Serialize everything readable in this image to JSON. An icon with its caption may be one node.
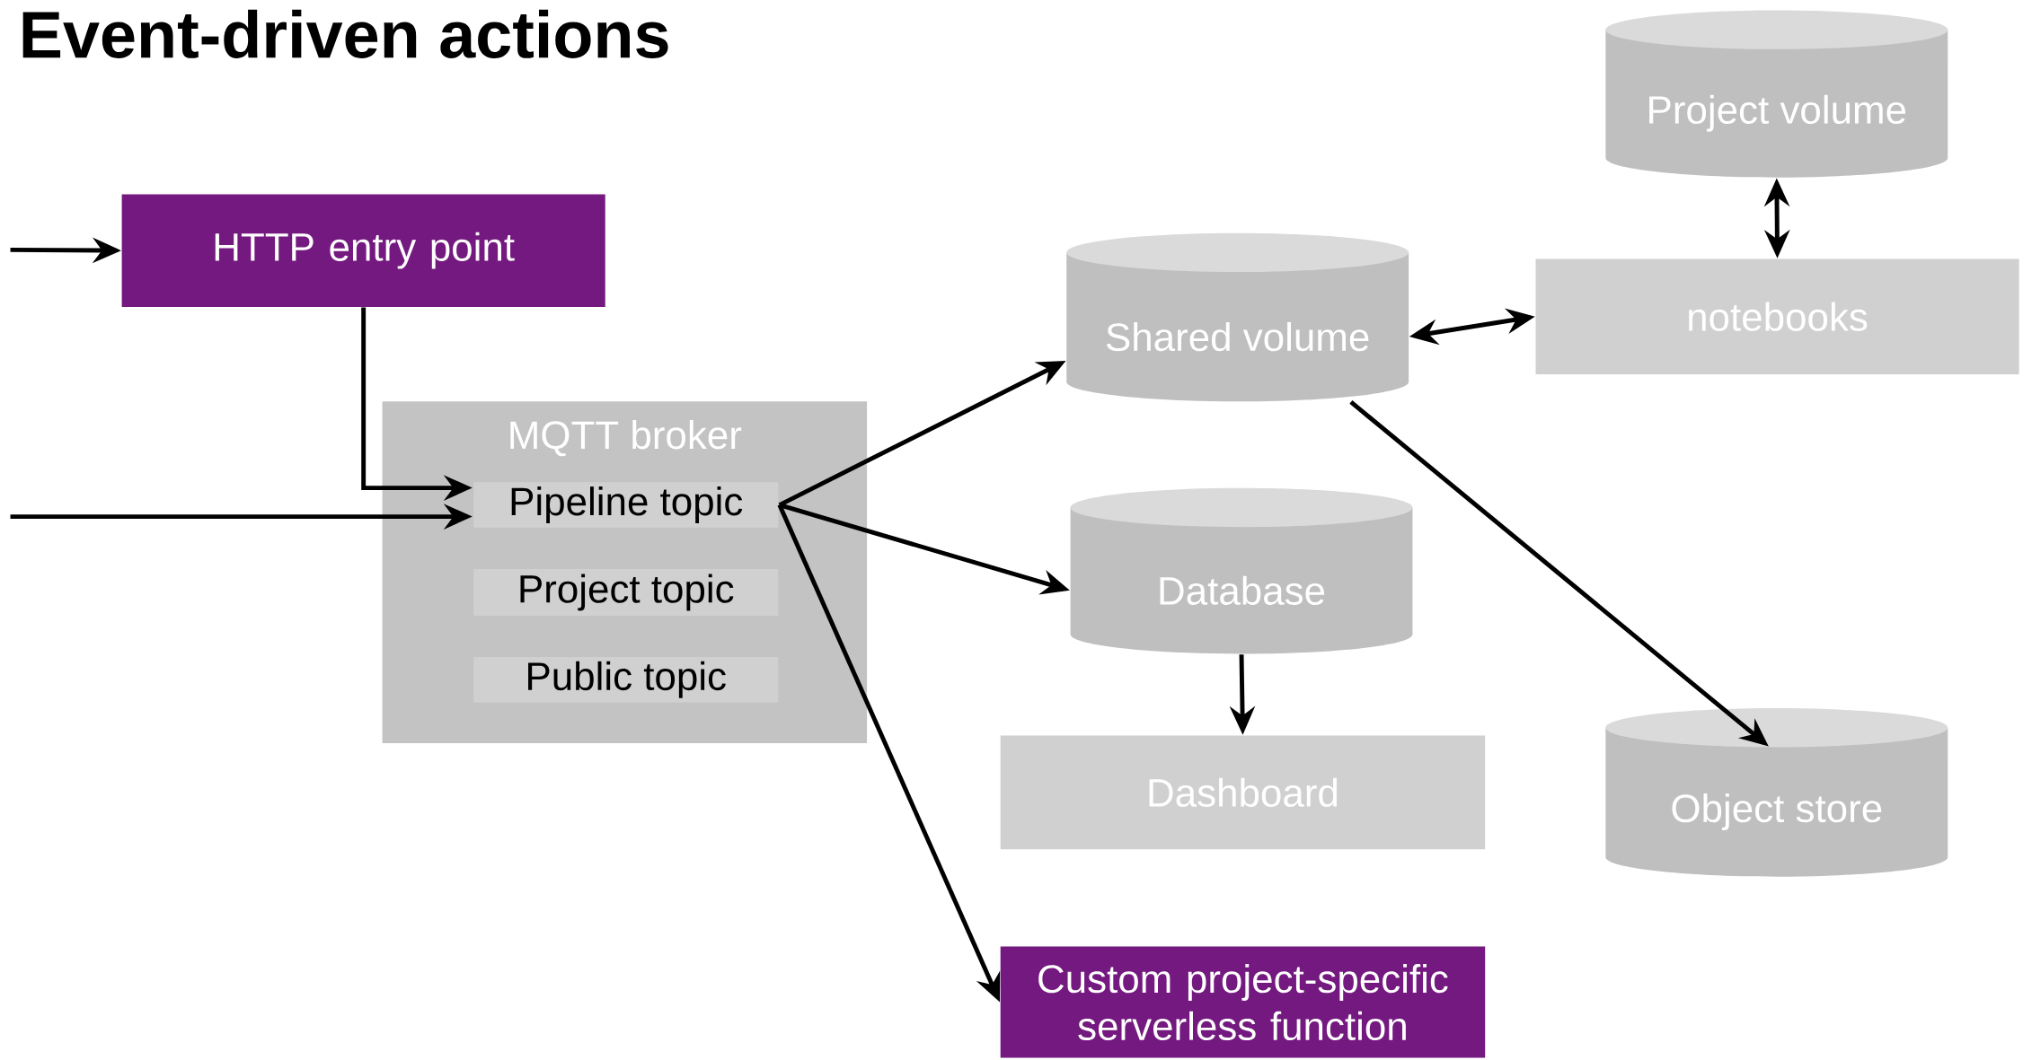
{
  "diagram": {
    "title": "Event-driven actions",
    "nodes": [
      {
        "text": [
          "HTTP entry point"
        ]
      },
      {
        "text": [
          "MQTT broker"
        ]
      },
      {
        "text": [
          "Pipeline topic"
        ],
        "in": 1
      },
      {
        "text": [
          "Project topic"
        ],
        "in": 1
      },
      {
        "text": [
          "Public topic"
        ],
        "in": 1
      },
      {
        "text": [
          "Shared volume"
        ]
      },
      {
        "text": [
          "Database"
        ]
      },
      {
        "text": [
          "Dashboard"
        ]
      },
      {
        "text": [
          "Custom project-specific serverless function"
        ]
      },
      {
        "text": [
          "Project volume"
        ]
      },
      {
        "text": [
          "notebooks"
        ]
      },
      {
        "text": [
          "Object store"
        ]
      }
    ],
    "edges": [
      {
        "from": null,
        "to": 0,
        "arrow": "to"
      },
      {
        "from": 0,
        "to": 2,
        "arrow": "to"
      },
      {
        "from": null,
        "to": 2,
        "arrow": "to"
      },
      {
        "from": 2,
        "to": 5,
        "arrow": "to"
      },
      {
        "from": 2,
        "to": 6,
        "arrow": "to"
      },
      {
        "from": 2,
        "to": 8,
        "arrow": "to"
      },
      {
        "from": 5,
        "to": 10,
        "arrow": "both"
      },
      {
        "from": 9,
        "to": 10,
        "arrow": "both"
      },
      {
        "from": 5,
        "to": 11,
        "arrow": "to"
      },
      {
        "from": 6,
        "to": 7,
        "arrow": "to"
      }
    ]
  }
}
